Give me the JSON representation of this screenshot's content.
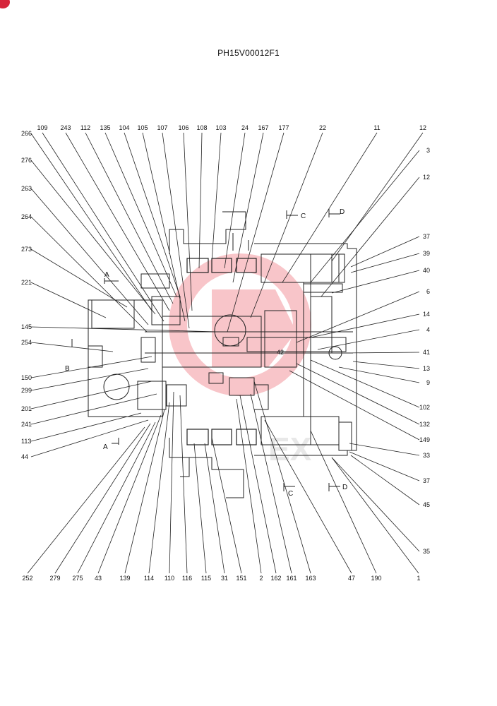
{
  "header": {
    "title": "PH15V00012F1"
  },
  "watermark": {
    "text": "EX",
    "color": "#e8333f"
  },
  "section_markers": [
    "A",
    "B",
    "C",
    "D"
  ],
  "callouts": {
    "top": [
      "109",
      "243",
      "112",
      "135",
      "104",
      "105",
      "107",
      "106",
      "108",
      "103",
      "24",
      "167",
      "177",
      "22",
      "11",
      "12"
    ],
    "left": [
      "266",
      "276",
      "263",
      "264",
      "273",
      "221",
      "145",
      "254",
      "150",
      "299",
      "201",
      "241",
      "113",
      "44"
    ],
    "right": [
      "3",
      "12",
      "37",
      "39",
      "40",
      "6",
      "14",
      "4",
      "41",
      "13",
      "9",
      "102",
      "132",
      "149",
      "33",
      "37",
      "45",
      "35"
    ],
    "bottom": [
      "252",
      "279",
      "275",
      "43",
      "139",
      "114",
      "110",
      "116",
      "115",
      "31",
      "151",
      "2",
      "162",
      "161",
      "163",
      "47",
      "190",
      "1"
    ]
  },
  "inner_label": "42"
}
